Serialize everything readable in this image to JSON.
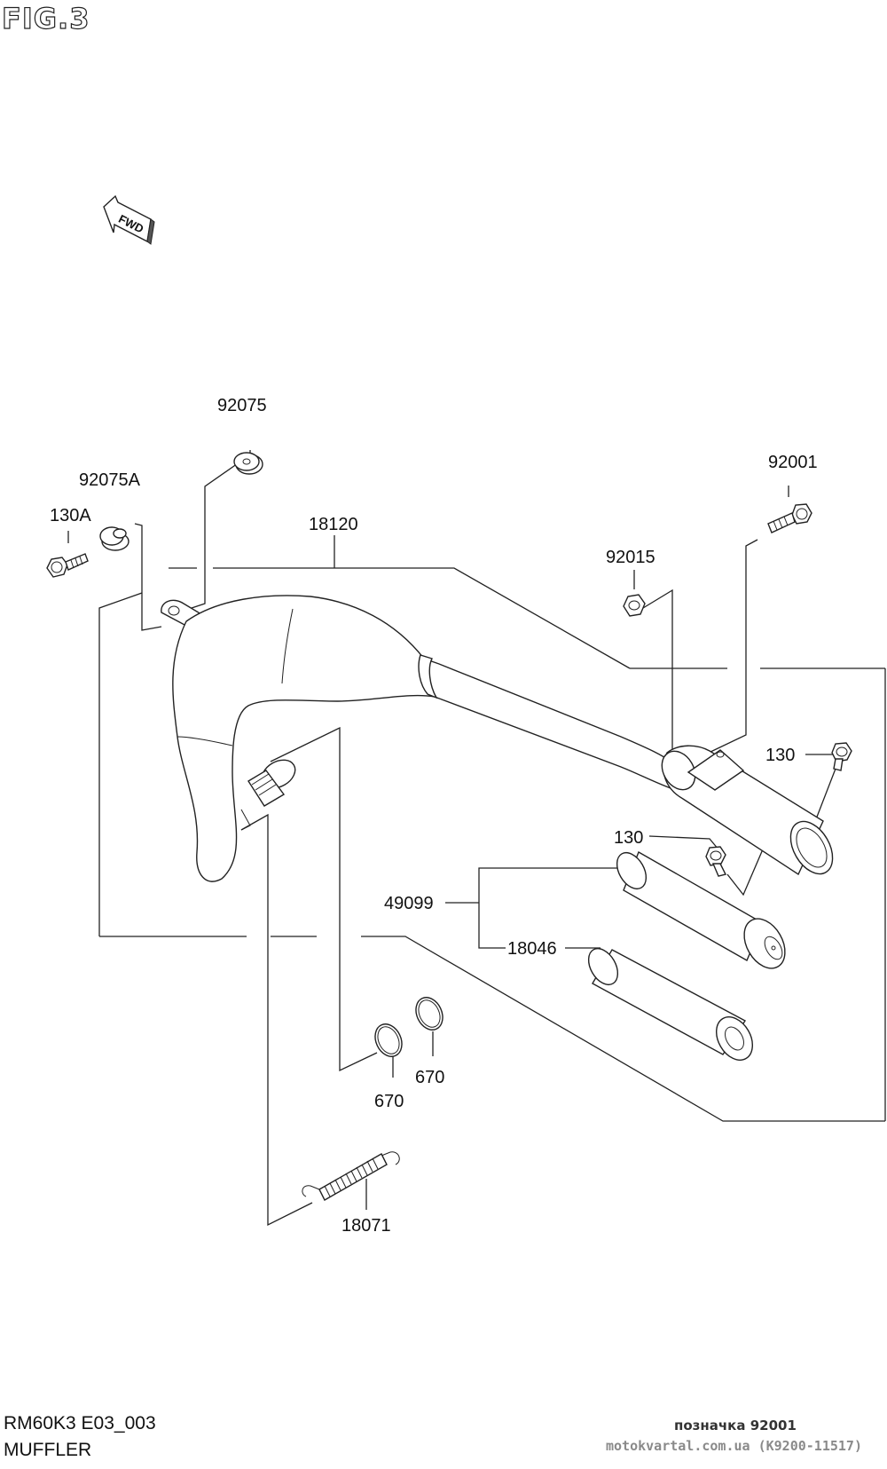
{
  "figure": {
    "title": "FIG.3",
    "model_code": "RM60K3 E03_003",
    "section_name": "MUFFLER"
  },
  "fwd_arrow": {
    "label": "FWD"
  },
  "parts": [
    {
      "id": "p-92075",
      "label": "92075"
    },
    {
      "id": "p-92075a",
      "label": "92075A"
    },
    {
      "id": "p-130a",
      "label": "130A"
    },
    {
      "id": "p-18120",
      "label": "18120"
    },
    {
      "id": "p-92001",
      "label": "92001"
    },
    {
      "id": "p-92015",
      "label": "92015"
    },
    {
      "id": "p-130-top",
      "label": "130"
    },
    {
      "id": "p-130-mid",
      "label": "130"
    },
    {
      "id": "p-49099",
      "label": "49099"
    },
    {
      "id": "p-18046",
      "label": "18046"
    },
    {
      "id": "p-670-a",
      "label": "670"
    },
    {
      "id": "p-670-b",
      "label": "670"
    },
    {
      "id": "p-18071",
      "label": "18071"
    }
  ],
  "footer": {
    "part_reference": "позначка 92001",
    "source": "motokvartal.com.ua (K9200-11517)"
  }
}
